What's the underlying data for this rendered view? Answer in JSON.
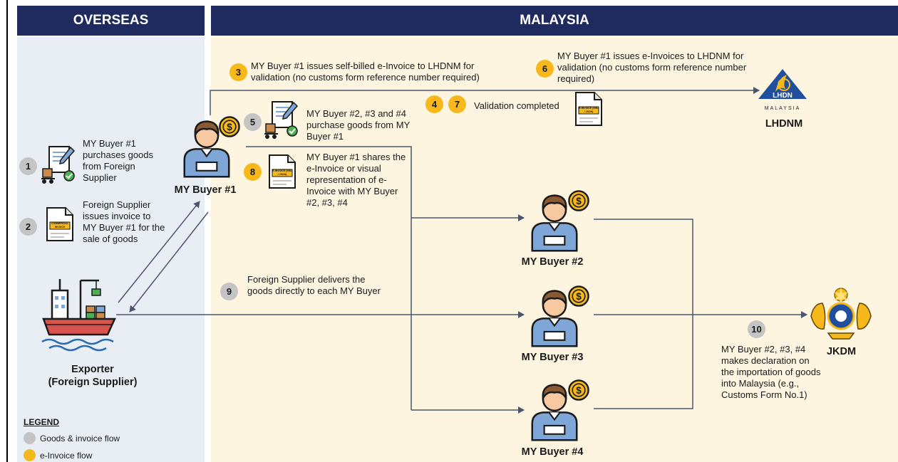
{
  "headers": {
    "overseas": "OVERSEAS",
    "malaysia": "MALAYSIA"
  },
  "steps": {
    "s1": {
      "num": "1",
      "text": "MY Buyer #1 purchases goods from Foreign Supplier"
    },
    "s2": {
      "num": "2",
      "text": "Foreign Supplier issues invoice to MY Buyer #1 for the sale of goods"
    },
    "s3": {
      "num": "3",
      "text": "MY Buyer #1 issues self-billed e-Invoice to LHDNM for validation (no customs form reference number required)"
    },
    "s4": {
      "num": "4"
    },
    "s7": {
      "num": "7",
      "text": "Validation completed"
    },
    "s5": {
      "num": "5",
      "text": "MY Buyer #2, #3 and #4 purchase goods from MY Buyer #1"
    },
    "s6": {
      "num": "6",
      "text": "MY Buyer #1 issues e-Invoices to LHDNM for validation (no customs form reference number required)"
    },
    "s8": {
      "num": "8",
      "text": "MY Buyer #1 shares the e-Invoice or visual representation of e-Invoice with MY Buyer #2, #3, #4"
    },
    "s9": {
      "num": "9",
      "text": "Foreign Supplier delivers the goods directly to each MY Buyer"
    },
    "s10": {
      "num": "10",
      "text": "MY Buyer #2, #3, #4 makes declaration on the importation of goods into Malaysia (e.g., Customs Form No.1)"
    }
  },
  "actors": {
    "buyer1": "MY Buyer #1",
    "buyer2": "MY Buyer #2",
    "buyer3": "MY Buyer #3",
    "buyer4": "MY Buyer #4",
    "exporter_line1": "Exporter",
    "exporter_line2": "(Foreign Supplier)",
    "lhdnm": "LHDNM",
    "jkdm": "JKDM"
  },
  "logos": {
    "lhdn_word": "LHDN",
    "lhdn_sub": "MALAYSIA"
  },
  "documents": {
    "commercial_invoice": "COMMERCIAL INVOICE",
    "einvoice": "E-INVOICE (XML / JSON)"
  },
  "legend": {
    "title": "LEGEND",
    "items": [
      {
        "label": "Goods & invoice flow",
        "color": "#c4c4c4"
      },
      {
        "label": "e-Invoice flow",
        "color": "#f7b81c"
      }
    ]
  },
  "colors": {
    "header": "#1f2a5e",
    "overseas_bg": "#e9eef5",
    "malaysia_bg": "#fdf5df",
    "line": "#4a5670",
    "person_shirt": "#7ea7d8",
    "person_hair": "#8a5a32",
    "coin": "#f7b81c"
  }
}
